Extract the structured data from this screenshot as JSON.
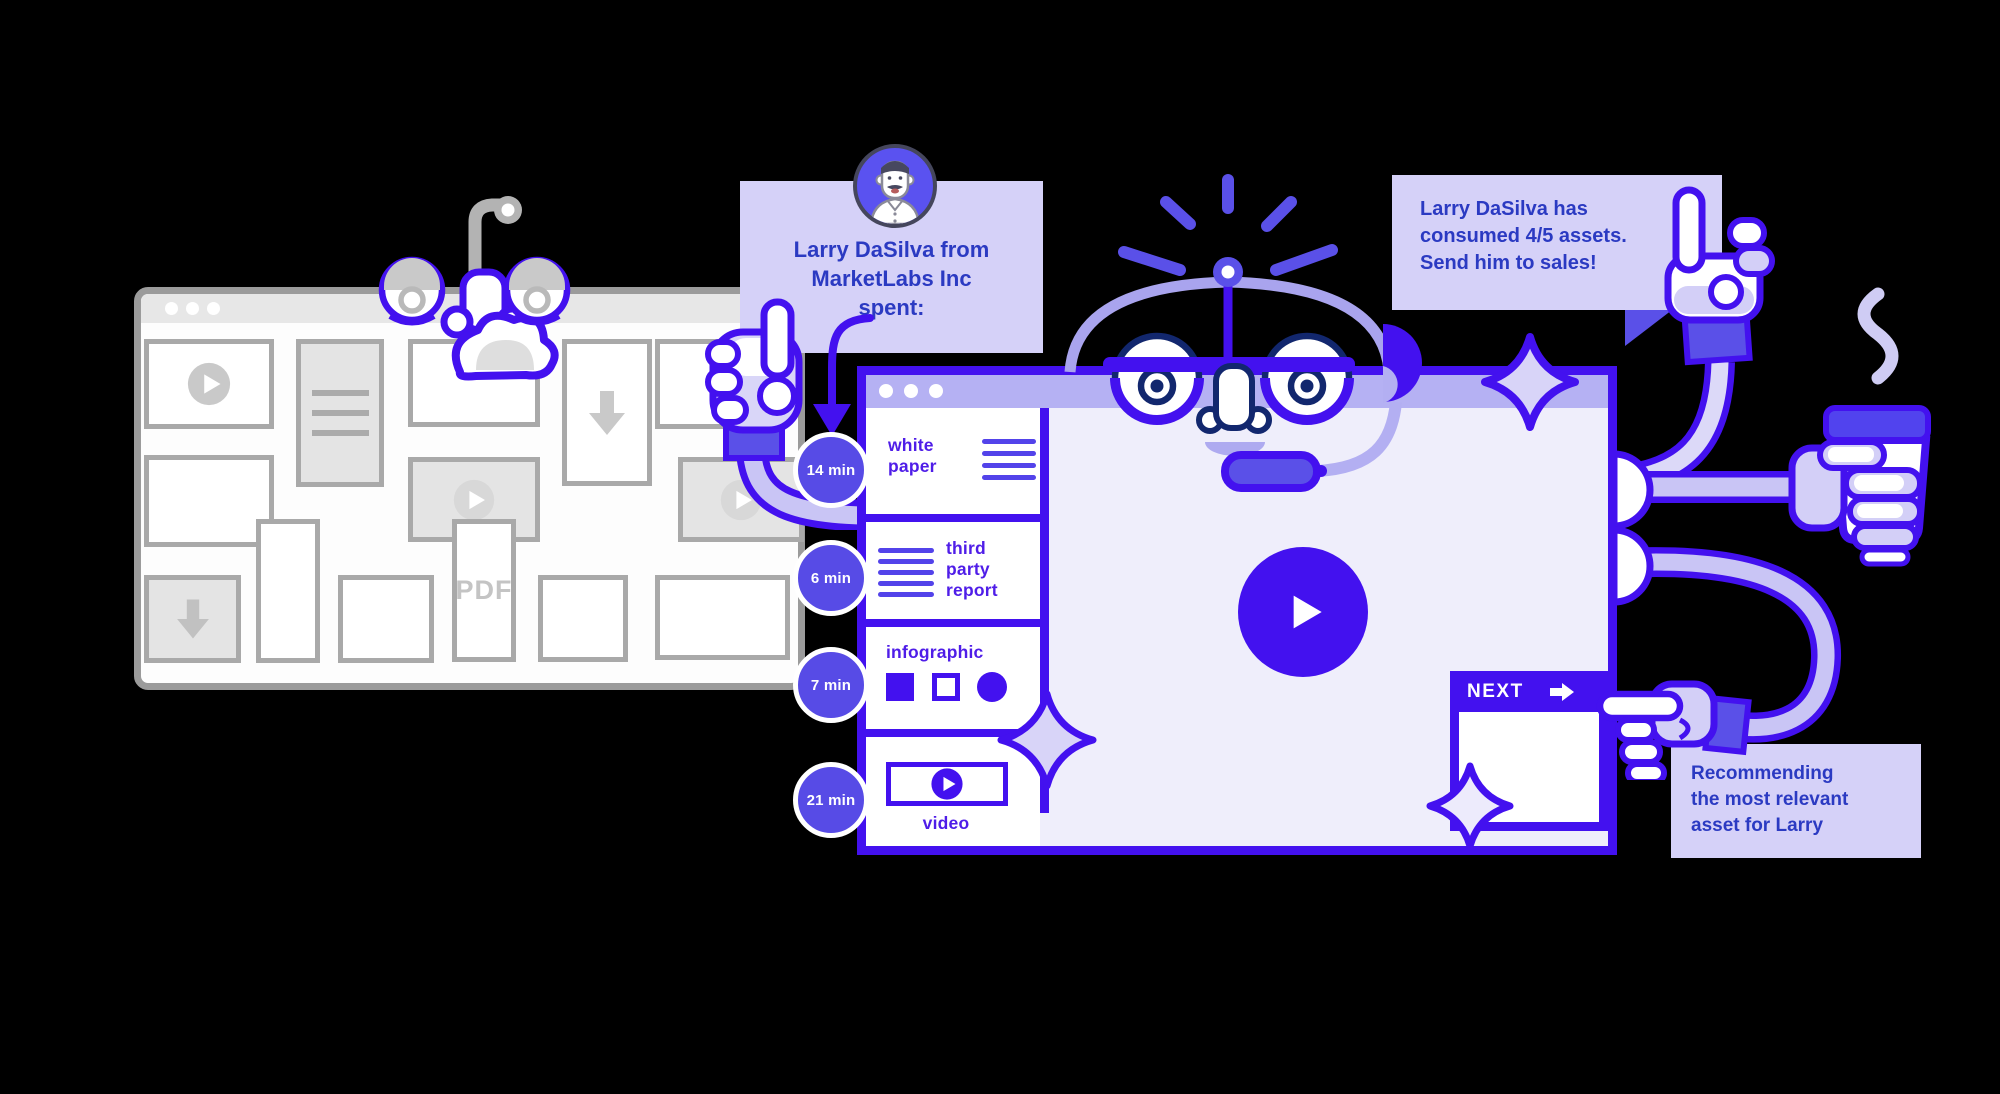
{
  "colors": {
    "accent": "#4311ef",
    "accent_mid": "#5a50e8",
    "lavender": "#d5d1f8",
    "window_bg": "#efeefb",
    "topbar": "#b5b1f3",
    "bubble_text": "#2b3ac2",
    "sidebar_text": "#4f1de8",
    "gray_border": "#9b9b9b",
    "badge_bg": "#574be6"
  },
  "left_window": {
    "pdf_label": "PDF"
  },
  "bubble_spent": {
    "line1": "Larry DaSilva from",
    "line2": "MarketLabs Inc",
    "line3": "spent:"
  },
  "sidebar": {
    "items": [
      {
        "label": "white paper",
        "time": "14 min",
        "icon": "text-lines-icon"
      },
      {
        "label": "third party report",
        "time": "6 min",
        "icon": "text-lines-icon"
      },
      {
        "label": "infographic",
        "time": "7 min",
        "icon": "shapes-icon"
      },
      {
        "label": "video",
        "time": "21 min",
        "icon": "video-play-icon"
      }
    ]
  },
  "bubble_sales": {
    "line1": "Larry DaSilva has",
    "line2": "consumed 4/5 assets.",
    "line3": "Send him to sales!"
  },
  "next_card": {
    "label": "NEXT"
  },
  "bubble_recommend": {
    "line1": "Recommending",
    "line2": "the most relevant",
    "line3": "asset for Larry"
  }
}
